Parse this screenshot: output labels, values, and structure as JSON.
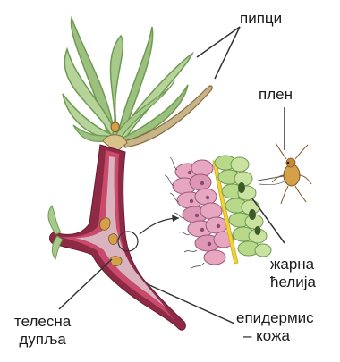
{
  "labels": {
    "tentacles": "пипци",
    "prey": "плен",
    "stinging_cell": [
      "жарна",
      "ћелија"
    ],
    "body_cavity": [
      "телесна",
      "дупља"
    ],
    "epidermis": [
      "епидермис",
      "– кожа"
    ]
  },
  "colors": {
    "tentacle_fill": "#a8c98c",
    "tentacle_edge": "#6f9a52",
    "body_outer": "#8e2a45",
    "body_inner": "#c94a6a",
    "cavity_fill": "#d9b3bd",
    "cell_pink": "#e7a7c1",
    "cell_green": "#b9d98a",
    "mesoglea_yellow": "#f0d23a",
    "prey_tan": "#d6a04a",
    "line": "#333333"
  }
}
